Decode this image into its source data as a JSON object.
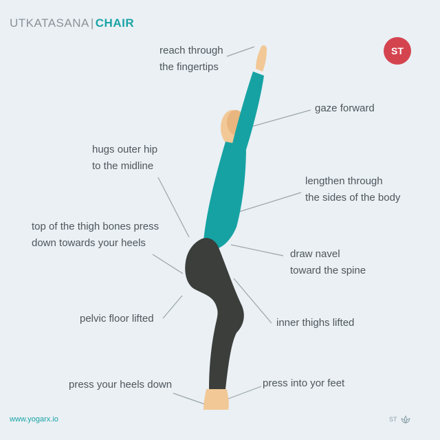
{
  "header": {
    "pose_sanskrit": "UTKATASANA",
    "pose_english": "CHAIR",
    "badge": "ST"
  },
  "labels": {
    "reach": [
      "reach through",
      "the fingertips"
    ],
    "gaze": [
      "gaze forward"
    ],
    "hugs": [
      "hugs outer hip",
      "to the midline"
    ],
    "lengthen": [
      "lengthen through",
      "the sides of the body"
    ],
    "thigh": [
      "top of the thigh bones press",
      "down towards your heels"
    ],
    "navel": [
      "draw navel",
      "toward the spine"
    ],
    "pelvic": [
      "pelvic floor lifted"
    ],
    "inner": [
      "inner thighs lifted"
    ],
    "heels": [
      "press your heels down"
    ],
    "feet": [
      "press into yor feet"
    ]
  },
  "footer": {
    "left": "www.yogarx.io",
    "right": "ST"
  },
  "colors": {
    "shirt": "#16a2a3",
    "pants": "#3b3e3b",
    "skin": "#f1c896",
    "badge": "#d4444f",
    "accent": "#1aa3a6"
  }
}
